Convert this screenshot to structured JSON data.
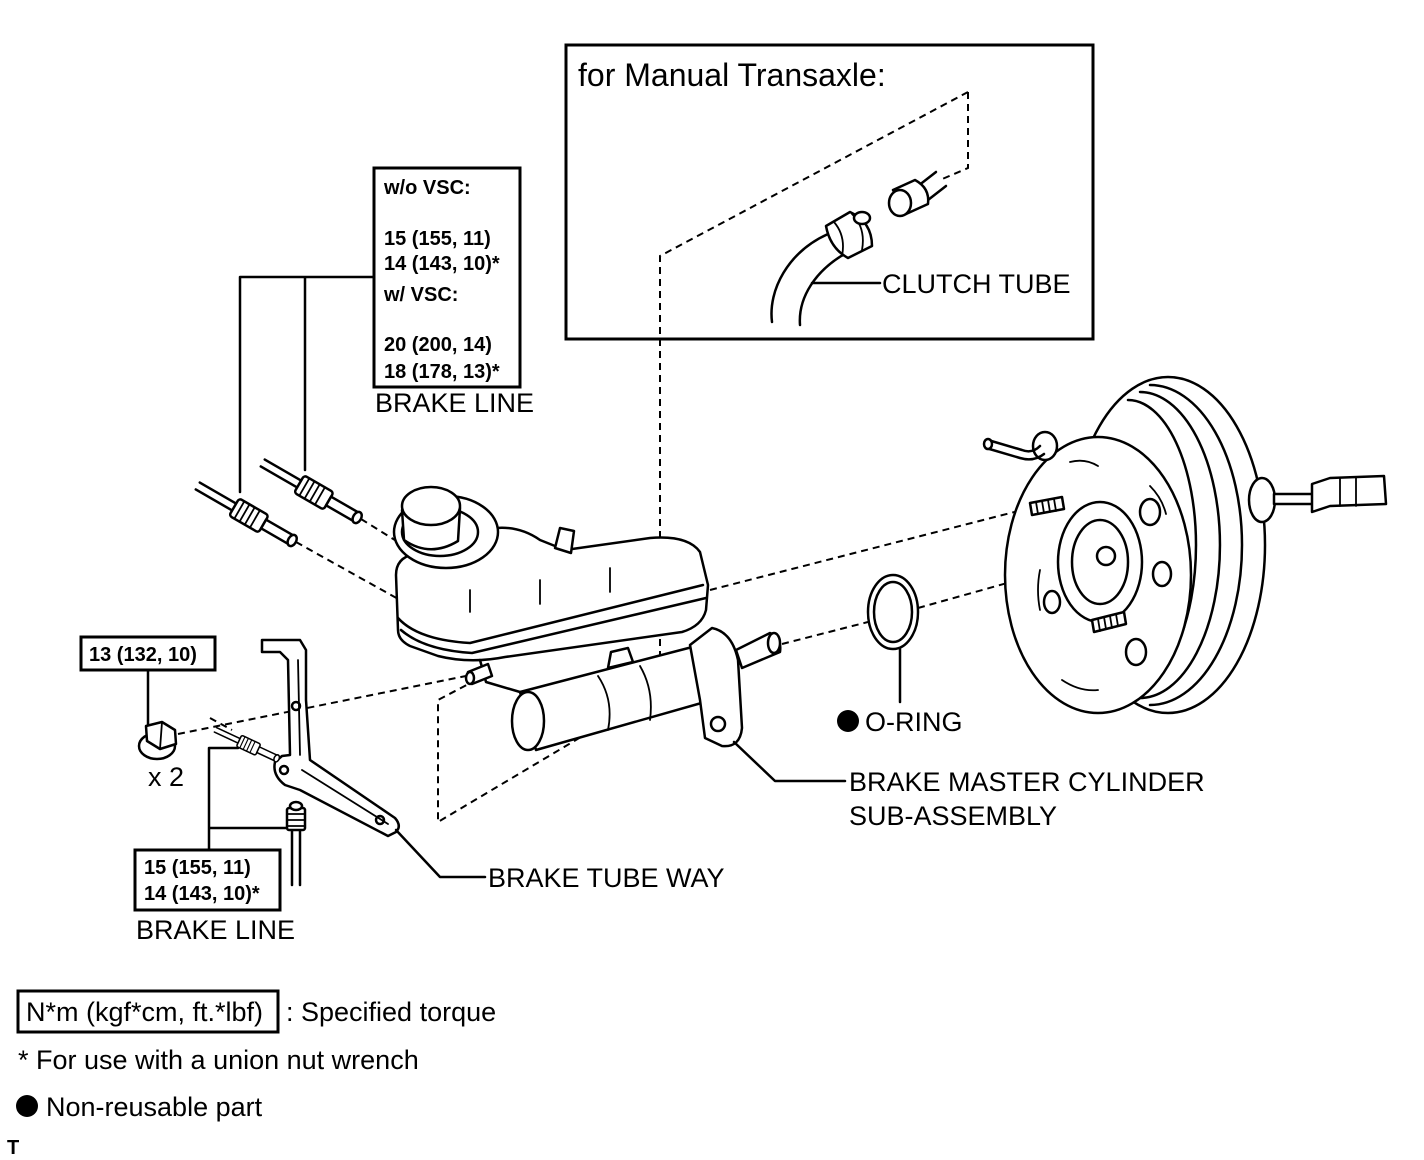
{
  "manual_transaxle": {
    "title": "for Manual Transaxle:",
    "clutch_tube": "CLUTCH TUBE"
  },
  "torque_upper": {
    "wo_vsc": "w/o VSC:",
    "wo_vsc_1": "15 (155, 11)",
    "wo_vsc_2": "14 (143, 10)*",
    "w_vsc": "w/ VSC:",
    "w_vsc_1": "20 (200, 14)",
    "w_vsc_2": "18 (178, 13)*",
    "label": "BRAKE LINE"
  },
  "nut": {
    "torque": "13 (132, 10)",
    "qty": "x 2"
  },
  "o_ring": "O-RING",
  "master_cylinder": {
    "line1": "BRAKE MASTER CYLINDER",
    "line2": "SUB-ASSEMBLY"
  },
  "brake_tube_way": "BRAKE TUBE WAY",
  "torque_lower": {
    "value_1": "15 (155, 11)",
    "value_2": "14 (143, 10)*",
    "label": "BRAKE LINE"
  },
  "legend": {
    "torque_unit": "N*m (kgf*cm, ft.*lbf)",
    "torque_desc": ": Specified torque",
    "union_nut": "* For use with a union nut wrench",
    "non_reusable": "Non-reusable part"
  },
  "corner_mark": "T",
  "icons": {
    "non_reusable_marker": "filled-circle-icon"
  }
}
